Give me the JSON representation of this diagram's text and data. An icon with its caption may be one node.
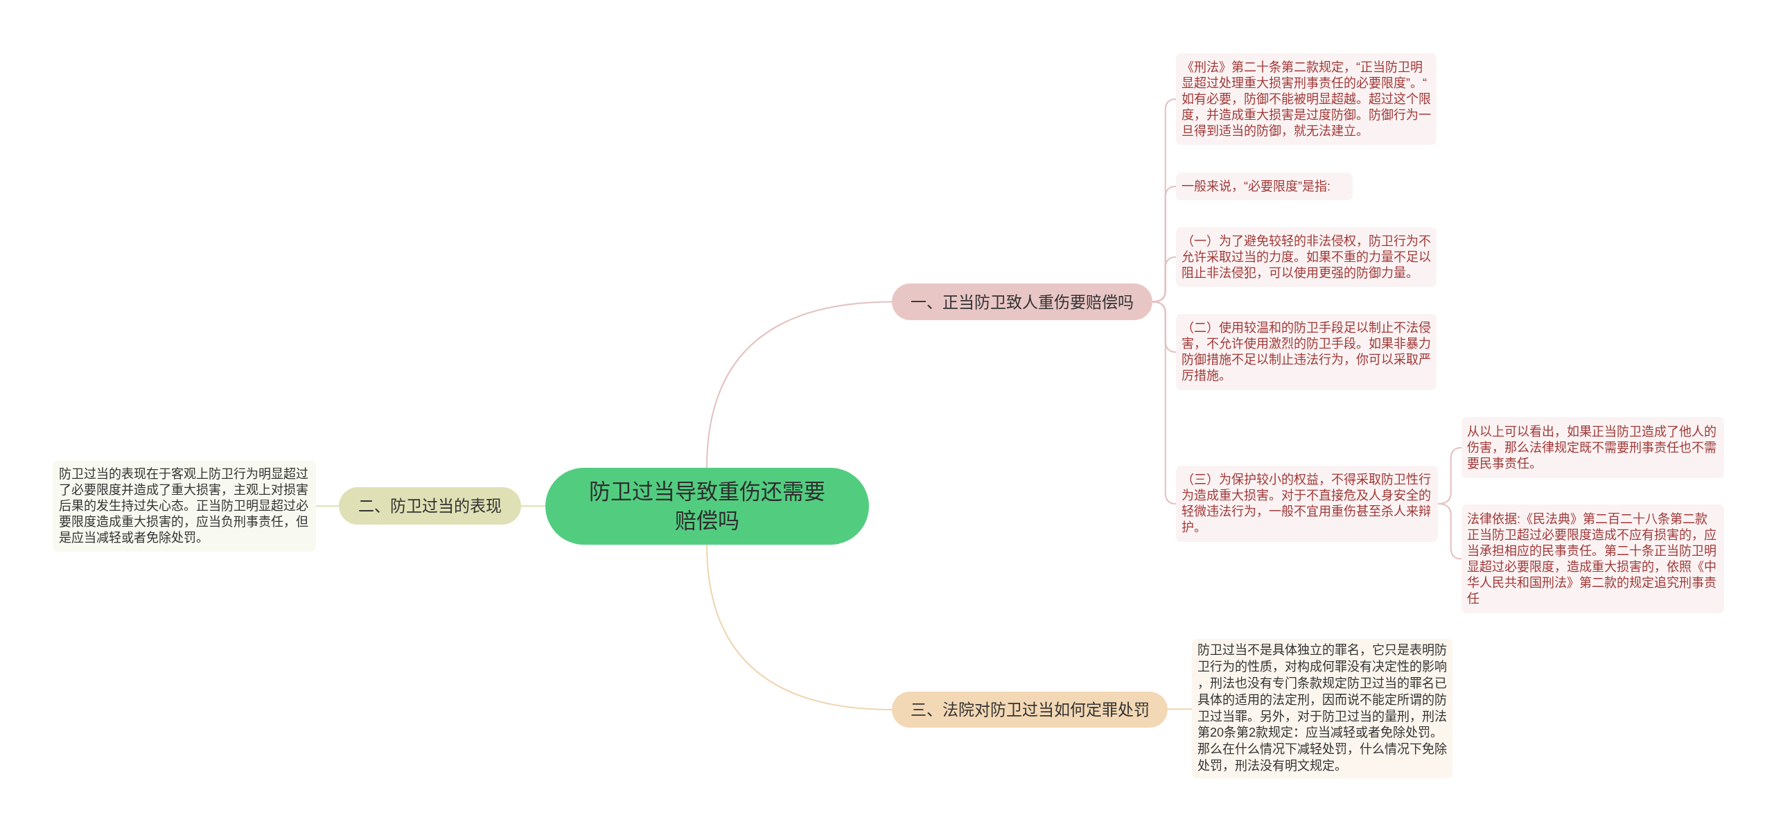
{
  "diagram": {
    "nodes": [
      {
        "text": [
          "防卫过当导致重伤还需要赔偿吗"
        ]
      },
      {
        "text": [
          "一、正当防卫致人重伤要赔偿吗"
        ]
      },
      {
        "text": [
          "《刑法》第二十条第二款规定，“正当防卫明显超过处理重大损害刑事责任的必要限度”。“如有必要，防御不能被明显超越。超过这个限度，并造成重大损害是过度防御。防御行为一旦得到适当的防御，就无法建立。"
        ]
      },
      {
        "text": [
          "一般来说，“必要限度”是指:"
        ]
      },
      {
        "text": [
          "（一）为了避免较轻的非法侵权，防卫行为不允许采取过当的力度。如果不重的力量不足以阻止非法侵犯，可以使用更强的防御力量。"
        ]
      },
      {
        "text": [
          "（二）使用较温和的防卫手段足以制止不法侵害，不允许使用激烈的防卫手段。如果非暴力防御措施不足以制止违法行为，你可以采取严厉措施。"
        ]
      },
      {
        "text": [
          "（三）为保护较小的权益，不得采取防卫性行为造成重大损害。对于不直接危及人身安全的轻微违法行为，一般不宜用重伤甚至杀人来辩护。"
        ]
      },
      {
        "text": [
          "从以上可以看出，如果正当防卫造成了他人的伤害，那么法律规定既不需要刑事责任也不需要民事责任。"
        ]
      },
      {
        "text": [
          "法律依据:《民法典》第二百二十八条第二款正当防卫超过必要限度造成不应有损害的，应当承担相应的民事责任。第二十条正当防卫明显超过必要限度，造成重大损害的，依照《中华人民共和国刑法》第二款的规定追究刑事责任"
        ]
      },
      {
        "text": [
          "二、防卫过当的表现"
        ]
      },
      {
        "text": [
          "防卫过当的表现在于客观上防卫行为明显超过了必要限度并造成了重大损害，主观上对损害后果的发生持过失心态。正当防卫明显超过必要限度造成重大损害的，应当负刑事责任，但是应当减轻或者免除处罚。"
        ]
      },
      {
        "text": [
          "三、法院对防卫过当如何定罪处罚"
        ]
      },
      {
        "text": [
          "防卫过当不是具体独立的罪名，它只是表明防卫行为的性质，对构成何罪没有决定性的影响，刑法也没有专门条款规定防卫过当的罪名已具体的适用的法定刑，因而说不能定所谓的防卫过当罪。另外，对于防卫过当的量刑，刑法第20条第2款规定：应当减轻或者免除处罚。那么在什么情况下减轻处罚，什么情况下免除处罚，刑法没有明文规定。"
        ]
      }
    ],
    "edges": [
      {
        "from": 0,
        "to": 1,
        "arrow": "none"
      },
      {
        "from": 1,
        "to": 2,
        "arrow": "none"
      },
      {
        "from": 1,
        "to": 3,
        "arrow": "none"
      },
      {
        "from": 1,
        "to": 4,
        "arrow": "none"
      },
      {
        "from": 1,
        "to": 5,
        "arrow": "none"
      },
      {
        "from": 1,
        "to": 6,
        "arrow": "none"
      },
      {
        "from": 6,
        "to": 7,
        "arrow": "none"
      },
      {
        "from": 6,
        "to": 8,
        "arrow": "none"
      },
      {
        "from": 0,
        "to": 9,
        "arrow": "none",
        "color": "#dcdeb6"
      },
      {
        "from": 9,
        "to": 10,
        "arrow": "none",
        "color": "#dcdeb6"
      },
      {
        "from": 0,
        "to": 11,
        "arrow": "none",
        "color": "#f0d4b0"
      },
      {
        "from": 11,
        "to": 12,
        "arrow": "none",
        "color": "#f0d4b0"
      }
    ]
  }
}
